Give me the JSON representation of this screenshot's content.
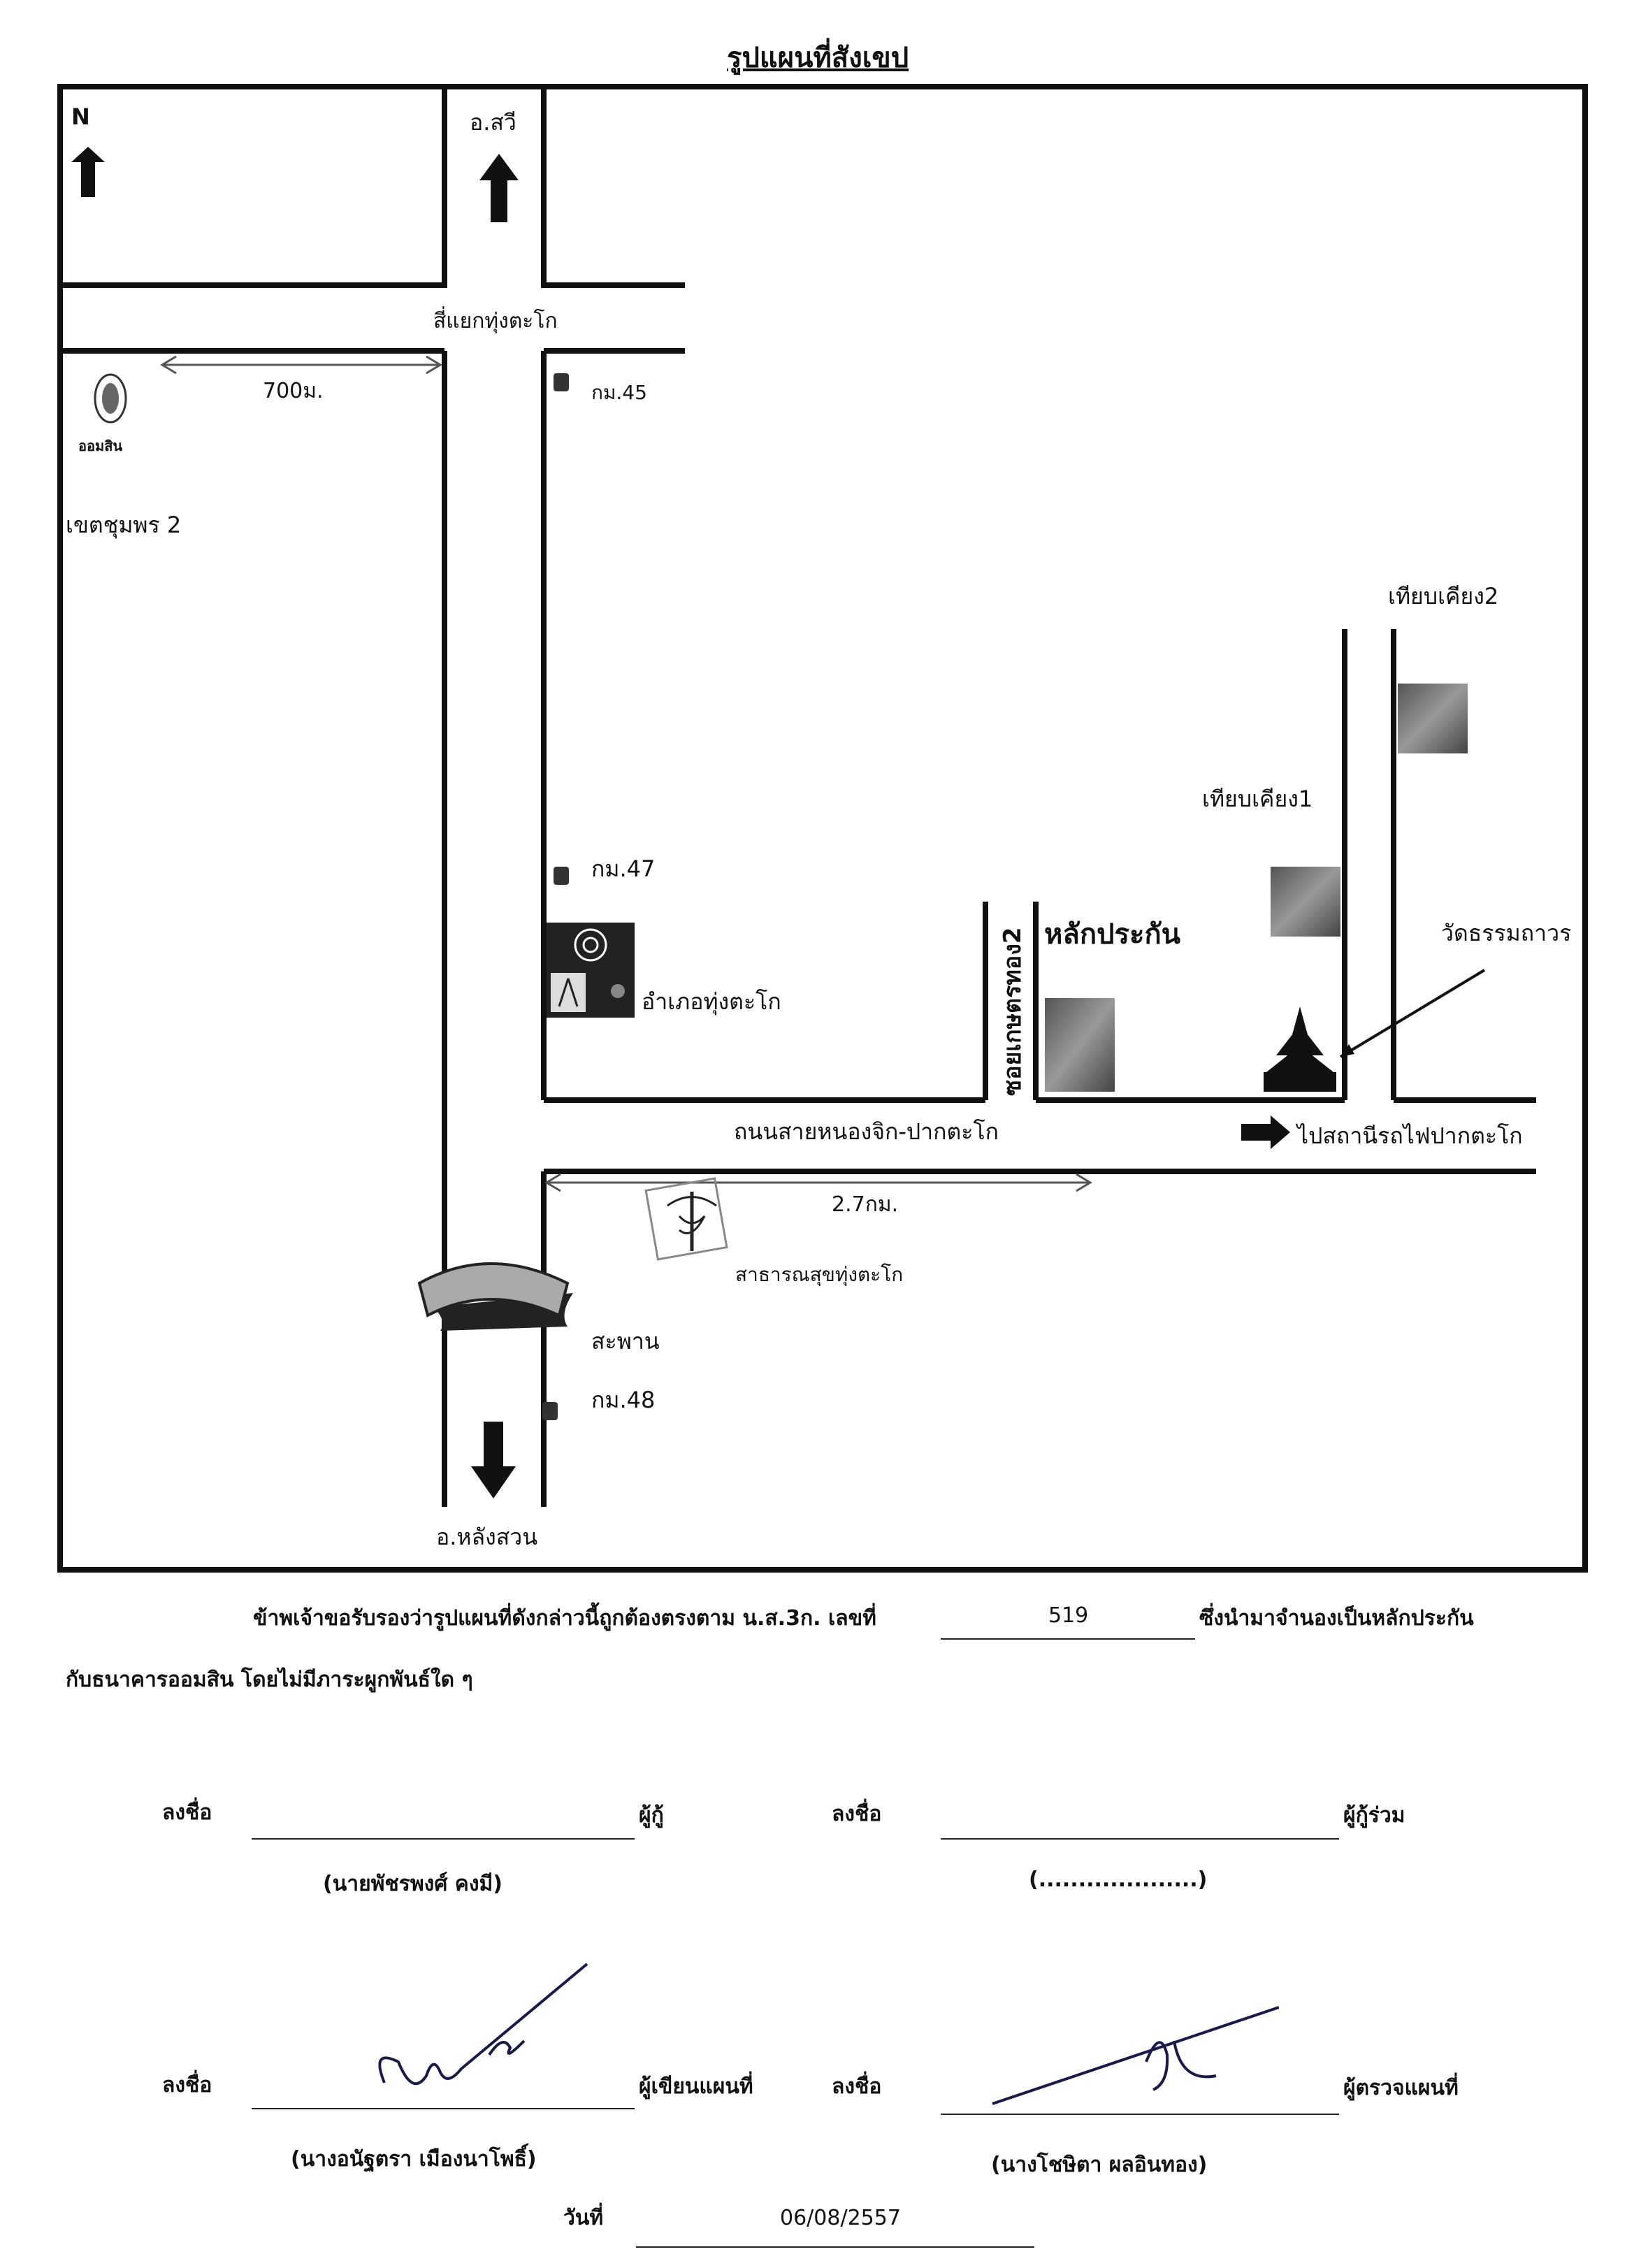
{
  "title": "รูปแผนที่สังเขป",
  "map": {
    "north_label": "N",
    "north_destination": "อ.สวี",
    "south_destination": "อ.หลังสวน",
    "intersection": "สี่แยกทุ่งตะโก",
    "distance_west": "700ม.",
    "distance_east": "2.7กม.",
    "landmarks": {
      "bank_logo_text": "ออมสิน",
      "bank_branch": "เขตชุมพร 2",
      "km45": "กม.45",
      "km47": "กม.47",
      "km48": "กม.48",
      "district_office": "อำเภอทุ่งตะโก",
      "soi": "ซอยเกษตรทอง2",
      "collateral": "หลักประกัน",
      "neighbor1": "เทียบเคียง1",
      "neighbor2": "เทียบเคียง2",
      "temple": "วัดธรรมถาวร",
      "main_road": "ถนนสายหนองจิก-ปากตะโก",
      "to_station": "ไปสถานีรถไฟปากตะโก",
      "health_center": "สาธารณสุขทุ่งตะโก",
      "bridge": "สะพาน"
    }
  },
  "certification": {
    "line1_prefix": "ข้าพเจ้าขอรับรองว่ารูปแผนที่ดังกล่าวนี้ถูกต้องตรงตาม น.ส.3ก. เลขที่",
    "deed_number": "519",
    "line1_suffix": "ซึ่งนำมาจำนองเป็นหลักประกัน",
    "line2": "กับธนาคารออมสิน โดยไม่มีภาระผูกพันธ์ใด ๆ"
  },
  "signatures": {
    "sign_label": "ลงชื่อ",
    "borrower_role": "ผู้กู้",
    "borrower_name": "(นายพัชรพงศ์ คงมี)",
    "coborrower_role": "ผู้กู้ร่วม",
    "coborrower_name": "(....................)",
    "drawer_role": "ผู้เขียนแผนที่",
    "drawer_name": "(นางอนัฐตรา เมืองนาโพธิ์)",
    "checker_role": "ผู้ตรวจแผนที่",
    "checker_name": "(นางโชษิตา ผลอินทอง)",
    "date_label": "วันที่",
    "date_value": "06/08/2557"
  }
}
